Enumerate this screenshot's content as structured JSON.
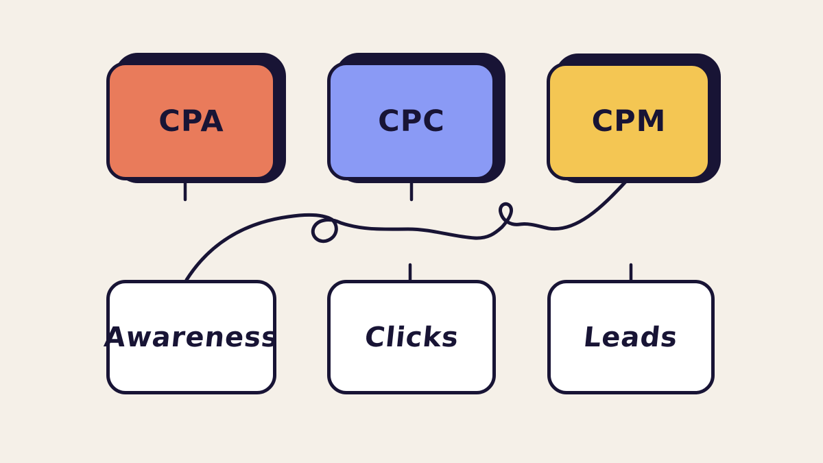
{
  "diagram": {
    "top_row": [
      {
        "id": "cpa",
        "label": "CPA",
        "color": "#E97B5B"
      },
      {
        "id": "cpc",
        "label": "CPC",
        "color": "#8A9AF5"
      },
      {
        "id": "cpm",
        "label": "CPM",
        "color": "#F4C653"
      }
    ],
    "bottom_row": [
      {
        "id": "awareness",
        "label": "Awareness"
      },
      {
        "id": "clicks",
        "label": "Clicks"
      },
      {
        "id": "leads",
        "label": "Leads"
      }
    ],
    "connector": {
      "from": "CPM",
      "to": "Awareness",
      "style": "hand-drawn looped squiggle"
    },
    "colors": {
      "background": "#F5F0E8",
      "outline": "#181435",
      "card_fill": "#FFFFFF"
    }
  }
}
